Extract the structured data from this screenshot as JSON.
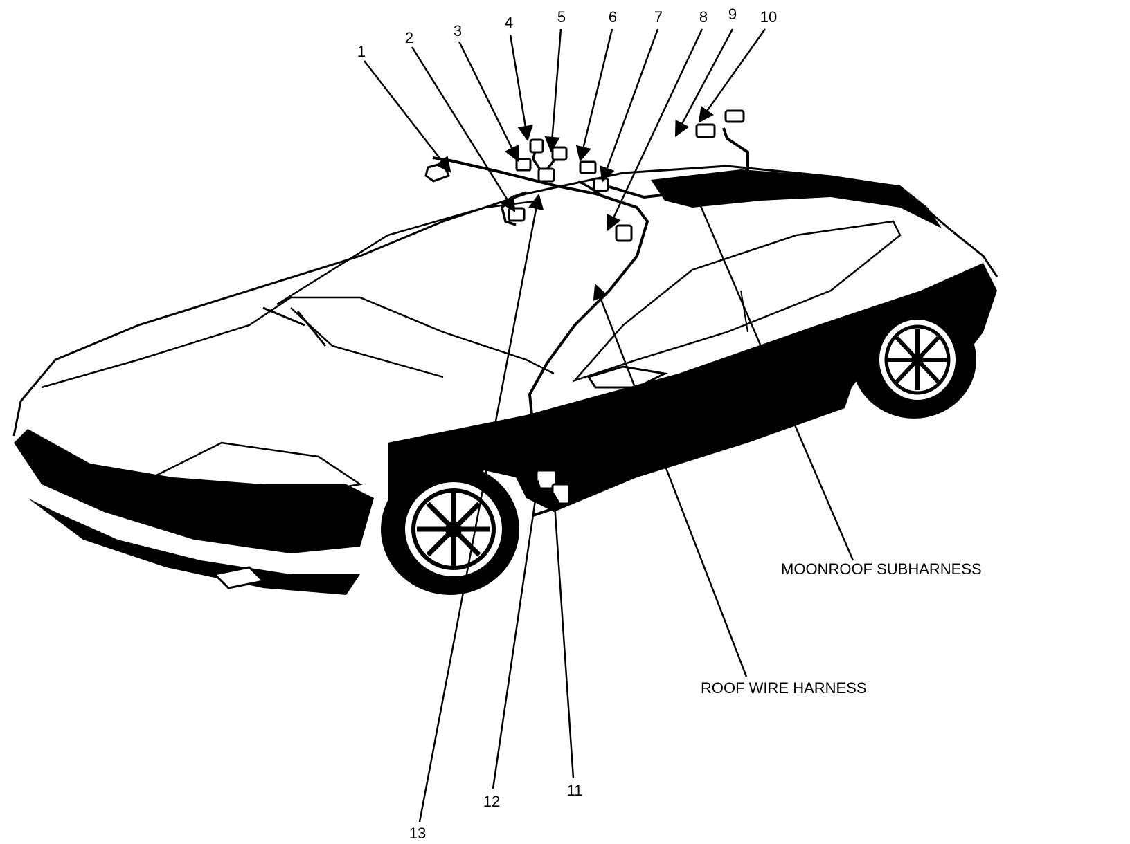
{
  "colors": {
    "ink": "#000000",
    "paper": "#ffffff",
    "body_shadow": "#000000"
  },
  "callouts": [
    "1",
    "2",
    "3",
    "4",
    "5",
    "6",
    "7",
    "8",
    "9",
    "10",
    "11",
    "12",
    "13"
  ],
  "labels": {
    "moonroof_subharness": "MOONROOF SUBHARNESS",
    "roof_wire_harness": "ROOF WIRE HARNESS"
  }
}
